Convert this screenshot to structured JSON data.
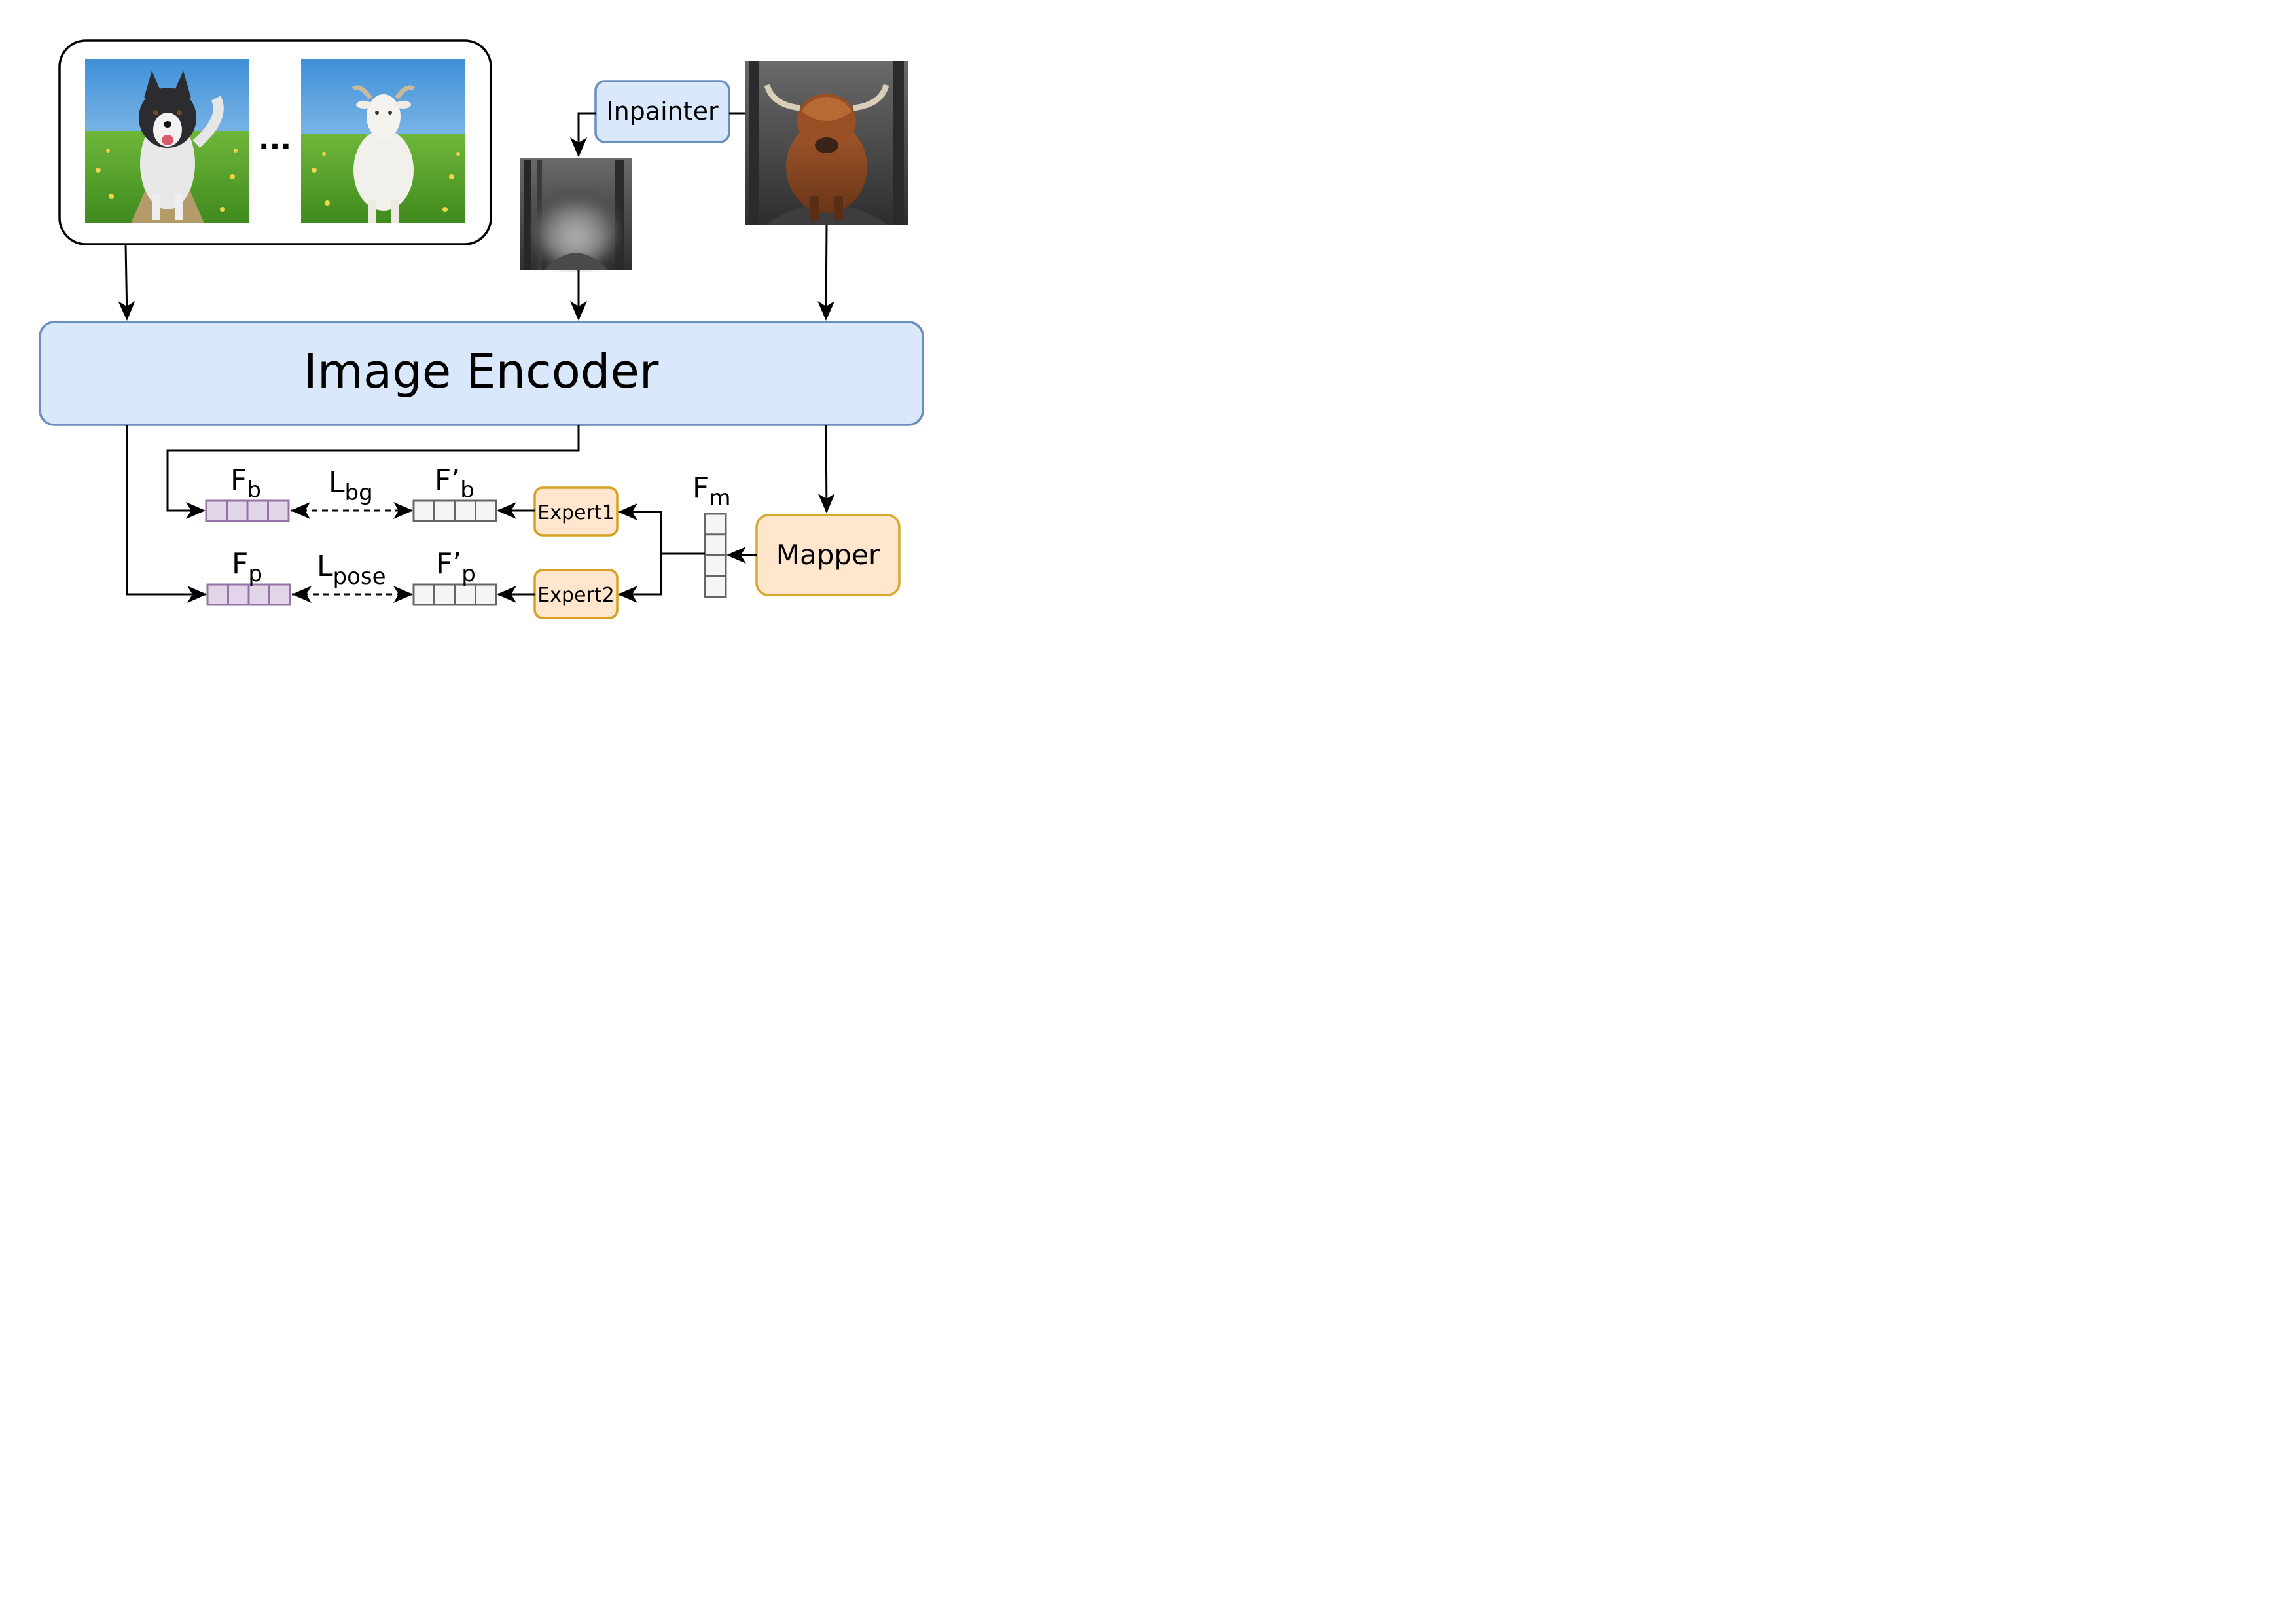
{
  "encoder": {
    "label": "Image Encoder"
  },
  "inpainter": {
    "label": "Inpainter"
  },
  "mapper": {
    "label": "Mapper"
  },
  "experts": [
    {
      "label": "Expert1"
    },
    {
      "label": "Expert2"
    }
  ],
  "ellipsis": "...",
  "features": {
    "fb": {
      "base": "F",
      "sub": "b"
    },
    "fp": {
      "base": "F",
      "sub": "p"
    },
    "fb2": {
      "base": "F’",
      "sub": "b"
    },
    "fp2": {
      "base": "F’",
      "sub": "p"
    },
    "fm": {
      "base": "F",
      "sub": "m"
    }
  },
  "losses": {
    "bg": {
      "base": "L",
      "sub": "bg"
    },
    "pose": {
      "base": "L",
      "sub": "pose"
    }
  },
  "colors": {
    "encoder_fill": "#dae8fc",
    "encoder_stroke": "#6c8ebf",
    "mapper_fill": "#ffe6cc",
    "mapper_stroke": "#d6a82f",
    "expert_fill": "#ffe6cc",
    "expert_stroke": "#d6a020",
    "purple_fill": "#e1d5e7",
    "purple_stroke": "#9673a6",
    "gray_fill": "#f5f5f5",
    "gray_stroke": "#666666"
  },
  "images": [
    {
      "name": "husky-photo"
    },
    {
      "name": "goat-photo"
    },
    {
      "name": "blurred-background-photo"
    },
    {
      "name": "highland-cow-photo"
    }
  ]
}
